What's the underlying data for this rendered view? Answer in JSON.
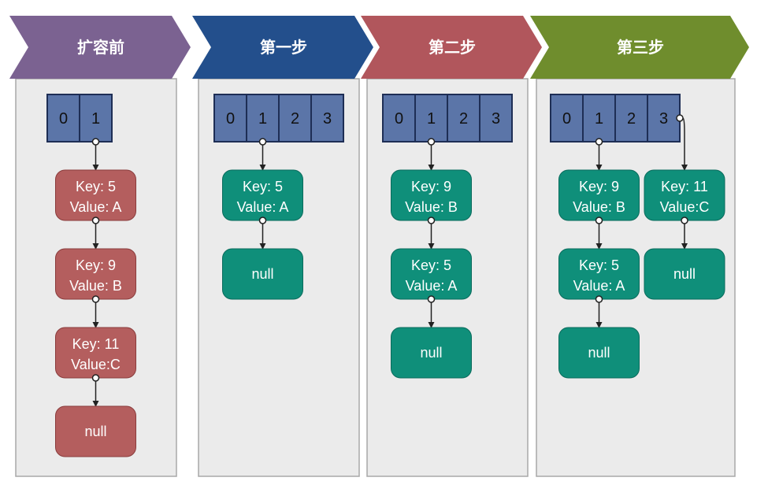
{
  "colors": {
    "panel_bg": "#ebebeb",
    "panel_border": "#a8a8a8",
    "cell_fill": "#5b75a8",
    "cell_border": "#1e2e55",
    "node_red": "#b45e5e",
    "node_green": "#0f8f7a",
    "arrow": "#222222"
  },
  "panels": [
    {
      "header": "扩容前",
      "header_color": "#7b6291",
      "cells": [
        "0",
        "1"
      ],
      "chains": [
        {
          "from_cell": 1,
          "nodes": [
            {
              "line1": "Key: 5",
              "line2": "Value: A",
              "tone": "red"
            },
            {
              "line1": "Key: 9",
              "line2": "Value: B",
              "tone": "red"
            },
            {
              "line1": "Key: 11",
              "line2": "Value:C",
              "tone": "red"
            },
            {
              "line1": "null",
              "line2": "",
              "tone": "red"
            }
          ]
        }
      ]
    },
    {
      "header": "第一步",
      "header_color": "#234f8c",
      "cells": [
        "0",
        "1",
        "2",
        "3"
      ],
      "chains": [
        {
          "from_cell": 1,
          "nodes": [
            {
              "line1": "Key: 5",
              "line2": "Value: A",
              "tone": "green"
            },
            {
              "line1": "null",
              "line2": "",
              "tone": "green"
            }
          ]
        }
      ]
    },
    {
      "header": "第二步",
      "header_color": "#b1565c",
      "cells": [
        "0",
        "1",
        "2",
        "3"
      ],
      "chains": [
        {
          "from_cell": 1,
          "nodes": [
            {
              "line1": "Key: 9",
              "line2": "Value: B",
              "tone": "green"
            },
            {
              "line1": "Key: 5",
              "line2": "Value: A",
              "tone": "green"
            },
            {
              "line1": "null",
              "line2": "",
              "tone": "green"
            }
          ]
        }
      ]
    },
    {
      "header": "第三步",
      "header_color": "#6f8d2d",
      "cells": [
        "0",
        "1",
        "2",
        "3"
      ],
      "chains": [
        {
          "from_cell": 1,
          "nodes": [
            {
              "line1": "Key: 9",
              "line2": "Value: B",
              "tone": "green"
            },
            {
              "line1": "Key: 5",
              "line2": "Value: A",
              "tone": "green"
            },
            {
              "line1": "null",
              "line2": "",
              "tone": "green"
            }
          ]
        },
        {
          "from_cell": 3,
          "nodes": [
            {
              "line1": "Key: 11",
              "line2": "Value:C",
              "tone": "green"
            },
            {
              "line1": "null",
              "line2": "",
              "tone": "green"
            }
          ]
        }
      ]
    }
  ]
}
